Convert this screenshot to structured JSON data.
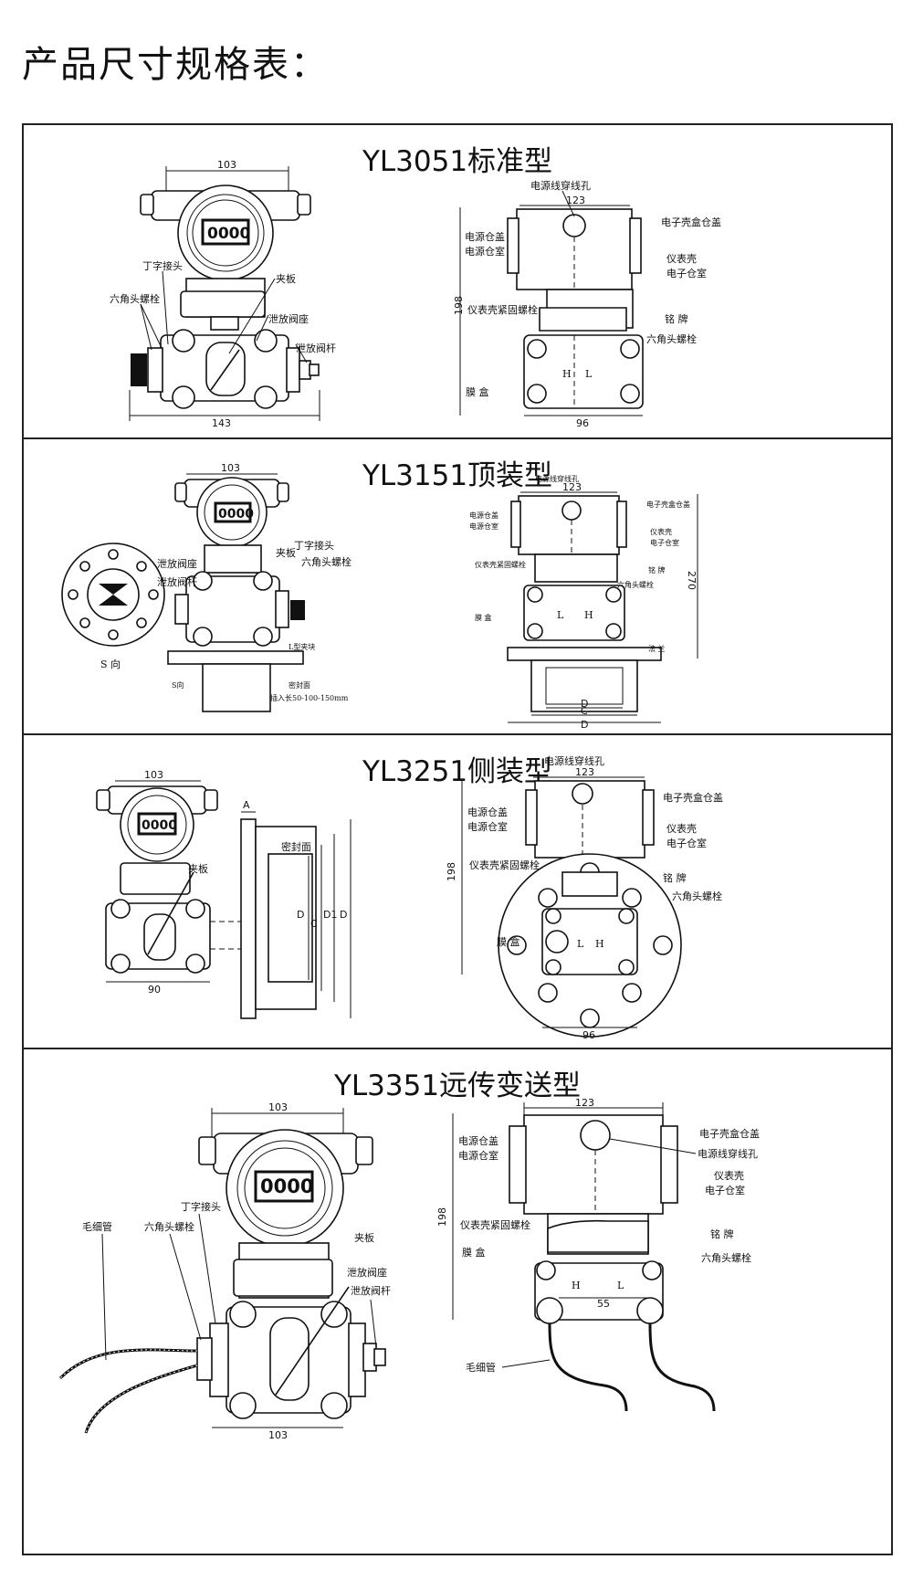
{
  "page_title": "产品尺寸规格表：",
  "sections": [
    {
      "title": "YL3051标准型",
      "left_labels": [
        "丁字接头",
        "六角头螺栓",
        "夹板",
        "泄放阀座",
        "泄放阀杆"
      ],
      "left_dims": [
        "103",
        "143"
      ],
      "lcd": "0000",
      "right_labels": [
        "电源线穿线孔",
        "电源仓盖",
        "电源仓室",
        "电子壳盒仓盖",
        "仪表壳",
        "电子仓室",
        "仪表壳紧固螺栓",
        "铭 牌",
        "六角头螺栓",
        "膜 盒",
        "H",
        "L"
      ],
      "right_dims": [
        "123",
        "198",
        "96"
      ]
    },
    {
      "title": "YL3151顶装型",
      "left_labels": [
        "泄放阀座",
        "泄放阀杆",
        "夹板",
        "丁字接头",
        "六角头螺栓",
        "L型夹块",
        "密封面",
        "插入长50-100-150mm",
        "S向",
        "S 向"
      ],
      "left_dims": [
        "103"
      ],
      "lcd": "0000",
      "right_labels": [
        "电源线穿线孔",
        "电源仓盖",
        "电源仓室",
        "电子壳盒仓盖",
        "仪表壳",
        "电子仓室",
        "仪表壳紧固螺栓",
        "铭 牌",
        "六角头螺栓",
        "膜 盒",
        "法 兰",
        "L",
        "H"
      ],
      "right_dims": [
        "123",
        "270",
        "D",
        "C",
        "D"
      ]
    },
    {
      "title": "YL3251侧装型",
      "left_labels": [
        "夹板",
        "密封面"
      ],
      "left_dims": [
        "103",
        "90",
        "A",
        "D",
        "C",
        "D1",
        "D"
      ],
      "lcd": "0000",
      "right_labels": [
        "电源线穿线孔",
        "电源仓盖",
        "电源仓室",
        "电子壳盒仓盖",
        "仪表壳",
        "电子仓室",
        "仪表壳紧固螺栓",
        "铭 牌",
        "六角头螺栓",
        "膜 盒",
        "L",
        "H"
      ],
      "right_dims": [
        "123",
        "198",
        "96"
      ]
    },
    {
      "title": "YL3351远传变送型",
      "left_labels": [
        "毛细管",
        "丁字接头",
        "六角头螺栓",
        "夹板",
        "泄放阀座",
        "泄放阀杆"
      ],
      "left_dims": [
        "103",
        "103"
      ],
      "lcd": "0000",
      "right_labels": [
        "电源仓盖",
        "电源仓室",
        "电子壳盒仓盖",
        "电源线穿线孔",
        "仪表壳",
        "电子仓室",
        "仪表壳紧固螺栓",
        "膜 盒",
        "铭 牌",
        "六角头螺栓",
        "毛细管",
        "H",
        "L"
      ],
      "right_dims": [
        "123",
        "198",
        "55"
      ]
    }
  ]
}
